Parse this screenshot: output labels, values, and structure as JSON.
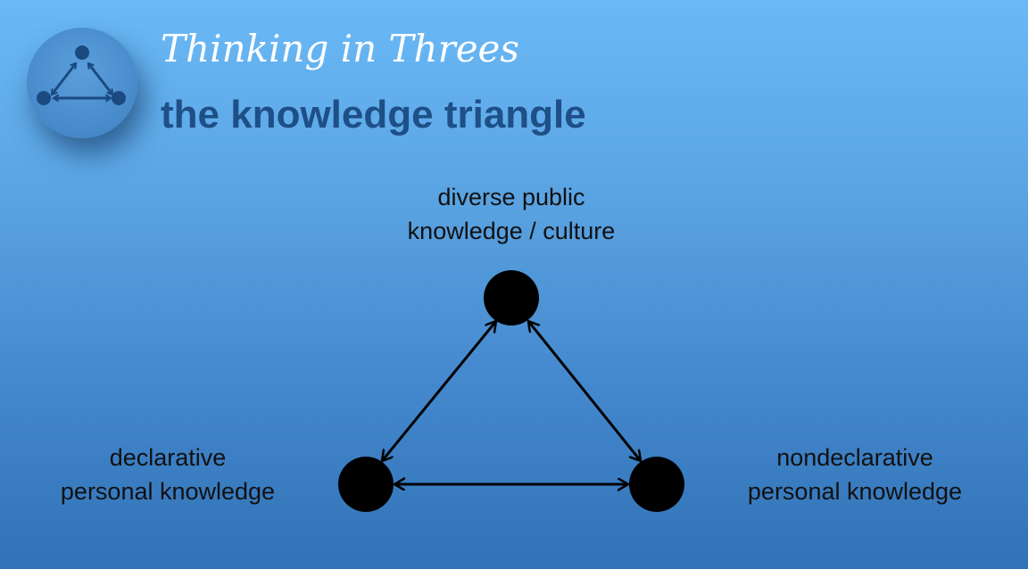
{
  "header": {
    "script_title": "Thinking in Threes",
    "subtitle": "the knowledge triangle"
  },
  "diagram": {
    "nodes": [
      {
        "id": "top",
        "label_line1": "diverse public",
        "label_line2": "knowledge / culture"
      },
      {
        "id": "left",
        "label_line1": "declarative",
        "label_line2": "personal knowledge"
      },
      {
        "id": "right",
        "label_line1": "nondeclarative",
        "label_line2": "personal knowledge"
      }
    ],
    "edges": [
      {
        "from": "top",
        "to": "left",
        "direction": "bidirectional"
      },
      {
        "from": "top",
        "to": "right",
        "direction": "bidirectional"
      },
      {
        "from": "left",
        "to": "right",
        "direction": "bidirectional"
      }
    ]
  },
  "colors": {
    "title": "#1e4f87",
    "node": "#000000",
    "background_top": "#6ab9f6",
    "background_bottom": "#3272b6"
  }
}
